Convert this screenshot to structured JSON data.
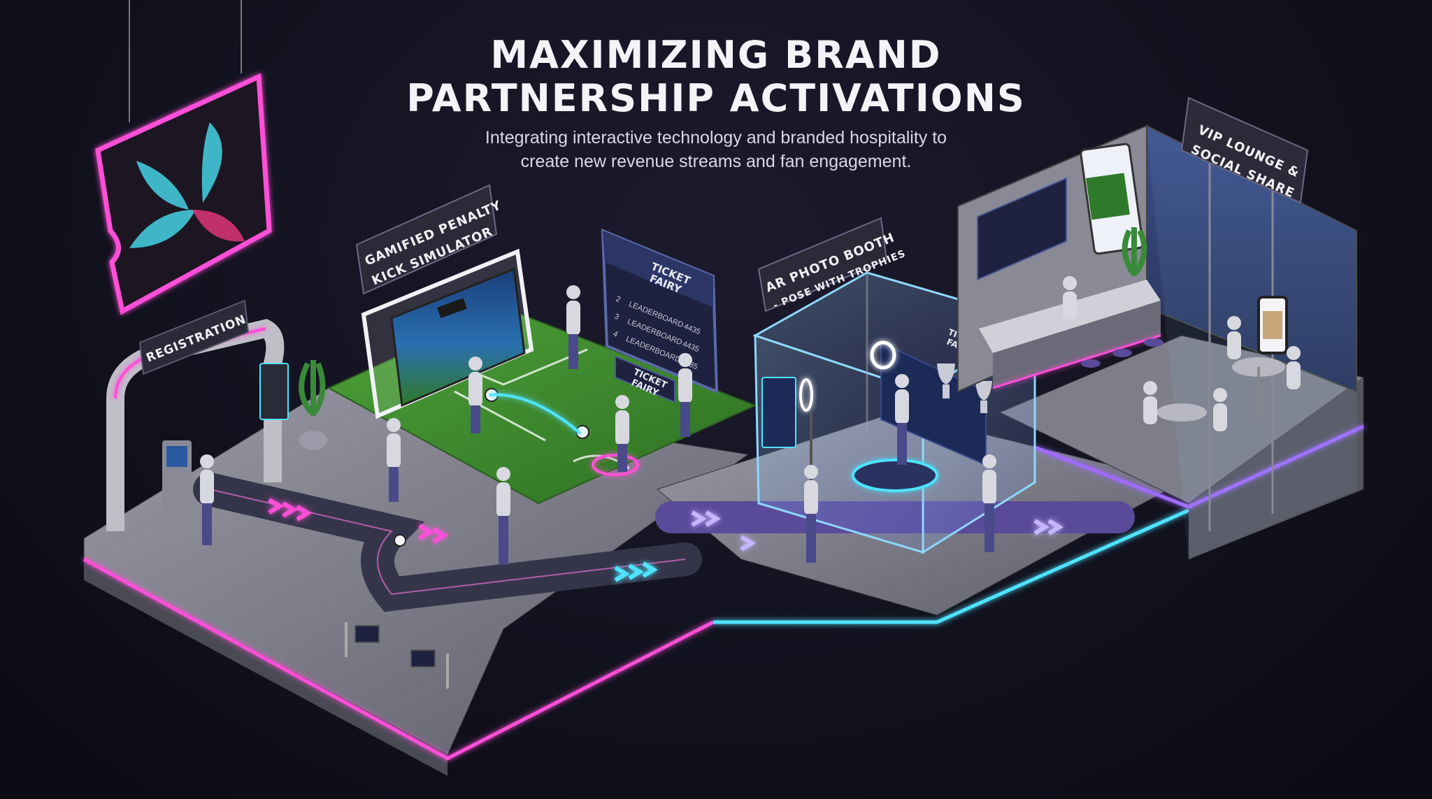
{
  "header": {
    "title_line1": "MAXIMIZING BRAND",
    "title_line2": "PARTNERSHIP ACTIVATIONS",
    "subtitle_line1": "Integrating interactive technology and branded hospitality to",
    "subtitle_line2": "create new revenue streams and fan engagement."
  },
  "zones": {
    "registration": {
      "label": "REGISTRATION"
    },
    "penalty": {
      "label_line1": "GAMIFIED PENALTY",
      "label_line2": "KICK SIMULATOR"
    },
    "photo_booth": {
      "label_line1": "AR PHOTO BOOTH",
      "label_line2": "- POSE WITH TROPHIES"
    },
    "vip": {
      "label_line1": "VIP LOUNGE &",
      "label_line2": "SOCIAL SHARE"
    }
  },
  "leaderboard": {
    "brand_line1": "TICKET",
    "brand_line2": "FAIRY",
    "rows": [
      {
        "rank": "2",
        "name": "LEADERBOARD",
        "score": "4435"
      },
      {
        "rank": "3",
        "name": "LEADERBOARD",
        "score": "4435"
      },
      {
        "rank": "4",
        "name": "LEADERBOARD",
        "score": "4435"
      }
    ]
  },
  "brand_banner": {
    "line1": "TICKET",
    "line2": "FAIRY"
  },
  "booth_brand": {
    "line1": "TICKET",
    "line2": "FAIRY"
  },
  "colors": {
    "neon_pink": "#ff4fd8",
    "neon_cyan": "#4fe3ff",
    "neon_purple": "#a06bff",
    "logo_teal": "#3fb6c8",
    "logo_magenta": "#c0306a",
    "turf": "#3f8a2e"
  },
  "icons": [
    "ticket-fairy-logo-icon",
    "chevron-arrows-icon",
    "soccer-ball-icon",
    "potted-plant-icon",
    "trophy-icon",
    "ring-light-icon",
    "smartphone-icon"
  ]
}
